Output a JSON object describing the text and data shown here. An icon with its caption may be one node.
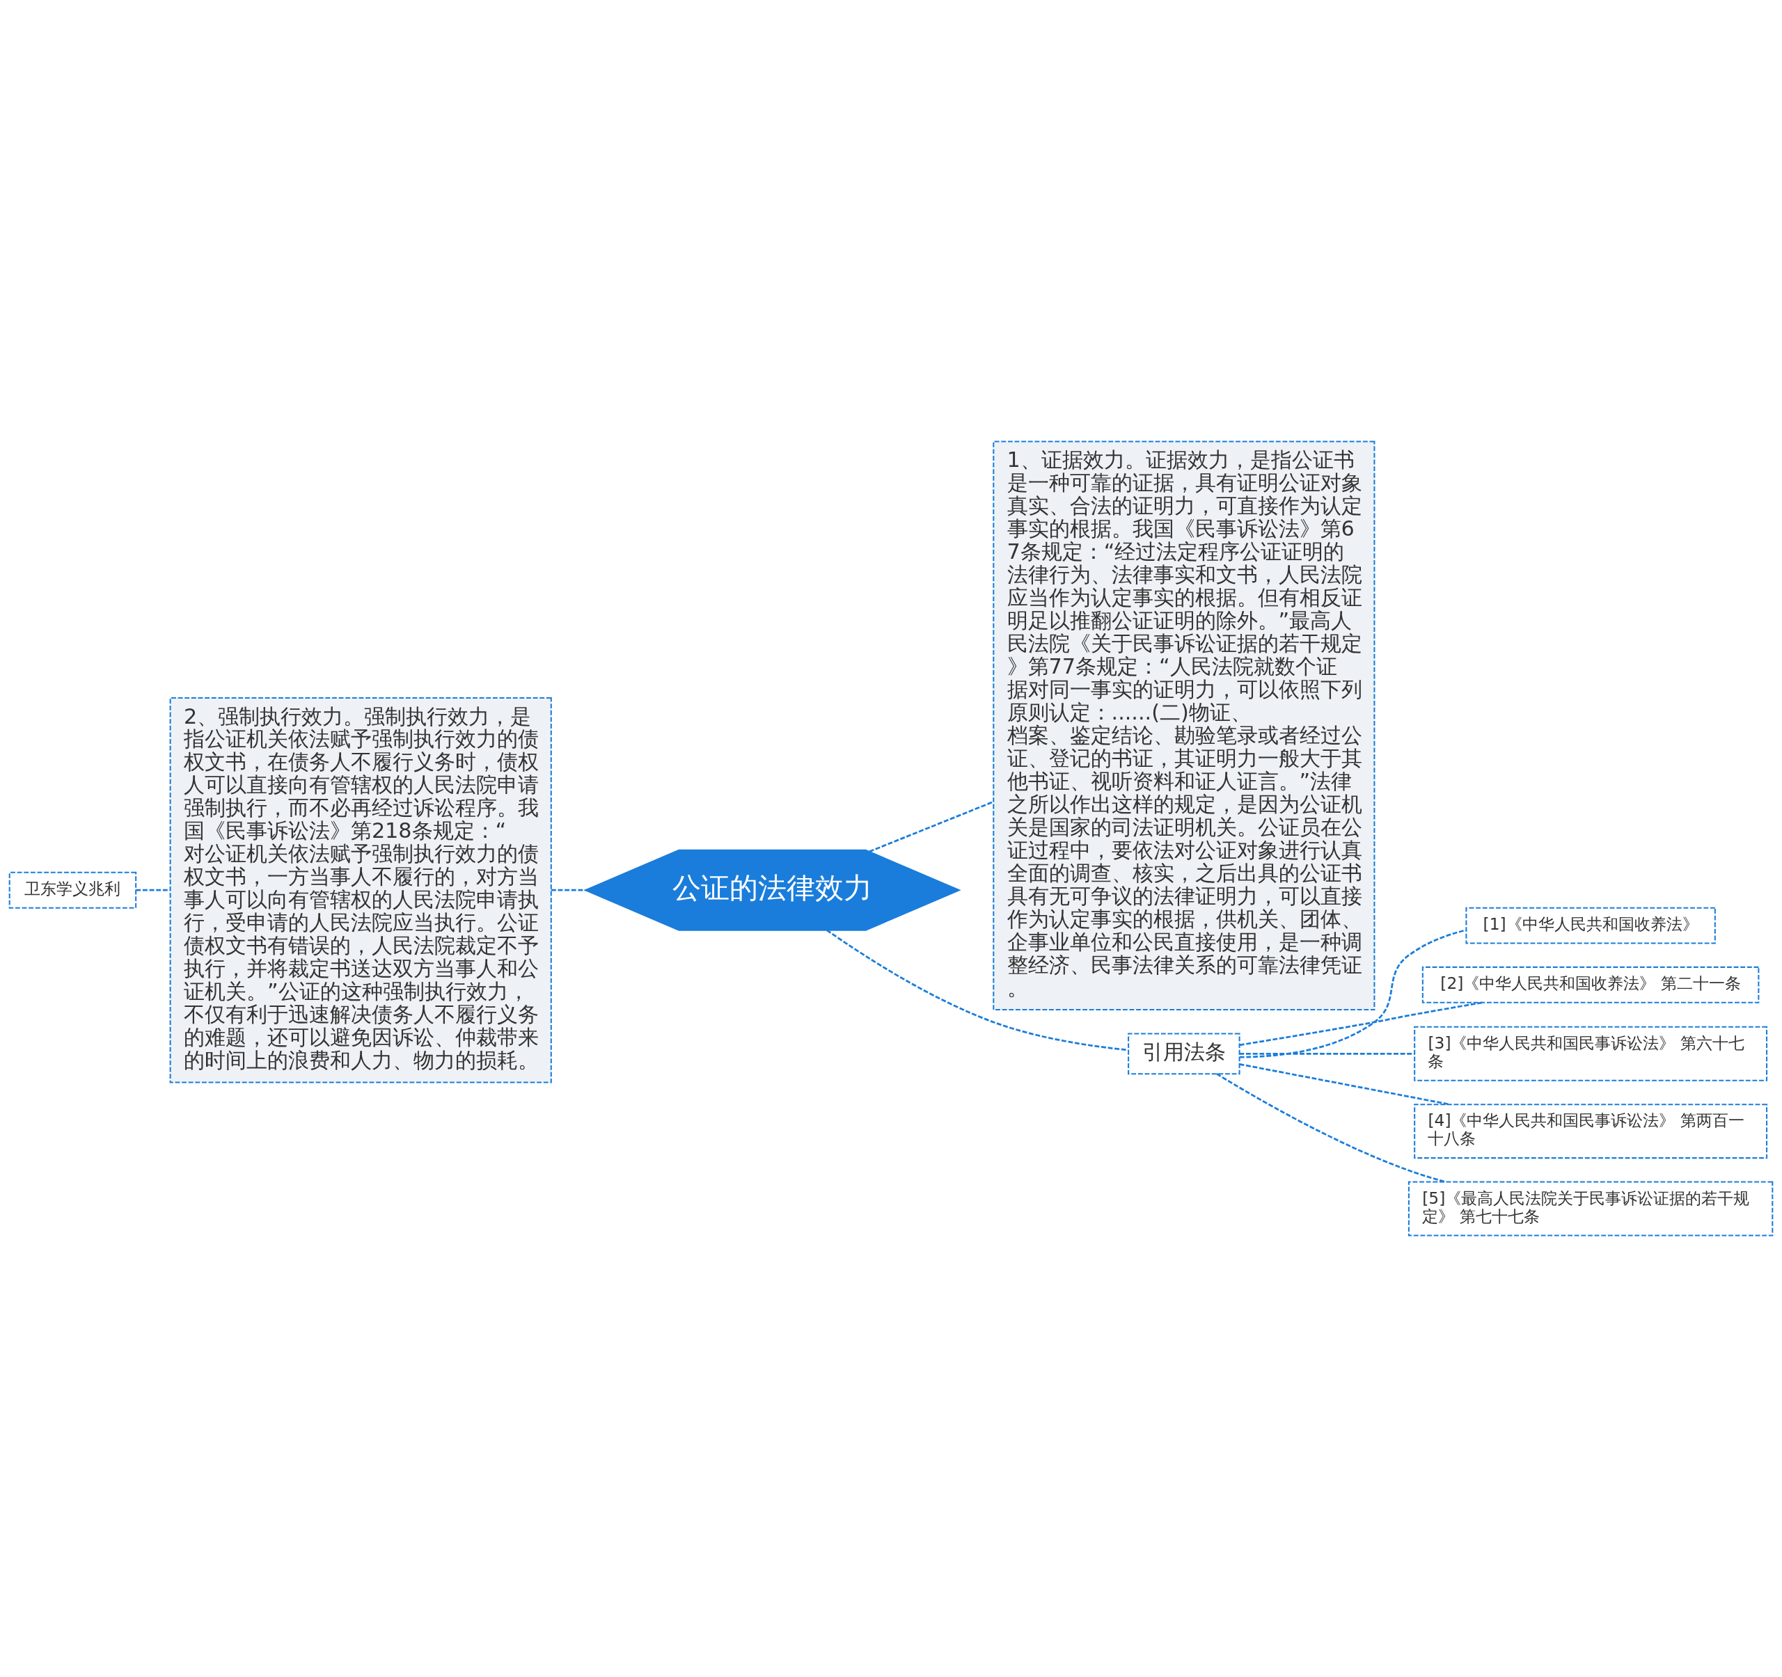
{
  "diagram": {
    "nodes": [
      {
        "text": [
          "公证的法律效力"
        ]
      },
      {
        "text": [
          "2、强制执行效力。强制执行效力，是指公证机关依法赋予强制执行效力的债权文书，在债务人不履行义务时，债权人可以直接向有管辖权的人民法院申请强制执行，而不必再经过诉讼程序。我国《民事诉讼法》第218条规定：“对公证机关依法赋予强制执行效力的债权文书，一方当事人不履行的，对方当事人可以向有管辖权的人民法院申请执行，受申请的人民法院应当执行。公证债权文书有错误的，人民法院裁定不予执行，并将裁定书送达双方当事人和公证机关。”公证的这种强制执行效力，不仅有利于迅速解决债务人不履行义务的难题，还可以避免因诉讼、仲裁带来的时间上的浪费和人力、物力的损耗。"
        ]
      },
      {
        "text": [
          "卫东学义兆利"
        ]
      },
      {
        "text": [
          "1、证据效力。证据效力，是指公证书是一种可靠的证据，具有证明公证对象真实、合法的证明力，可直接作为认定事实的根据。我国《民事诉讼法》第67条规定：“经过法定程序公证证明的法律行为、法律事实和文书，人民法院应当作为认定事实的根据。但有相反证明足以推翻公证证明的除外。”最高人民法院《关于民事诉讼证据的若干规定》第77条规定：“人民法院就数个证据对同一事实的证明力，可以依照下列原则认定：......(二)物证、档案、鉴定结论、勘验笔录或者经过公证、登记的书证，其证明力一般大于其他书证、视听资料和证人证言。”法律之所以作出这样的规定，是因为公证机关是国家的司法证明机关。公证员在公证过程中，要依法对公证对象进行认真全面的调查、核实，之后出具的公证书具有无可争议的法律证明力，可以直接作为认定事实的根据，供机关、团体、企事业单位和公民直接使用，是一种调整经济、民事法律关系的可靠法律凭证。"
        ]
      },
      {
        "text": [
          "引用法条"
        ]
      },
      {
        "text": [
          "[1]《中华人民共和国收养法》"
        ]
      },
      {
        "text": [
          "[2]《中华人民共和国收养法》 第二十一条"
        ]
      },
      {
        "text": [
          "[3]《中华人民共和国民事诉讼法》 第六十七条"
        ]
      },
      {
        "text": [
          "[4]《中华人民共和国民事诉讼法》 第两百一十八条"
        ]
      },
      {
        "text": [
          "[5]《最高人民法院关于民事诉讼证据的若干规定》 第七十七条"
        ]
      }
    ],
    "edges": [
      {
        "from": 2,
        "to": 1,
        "arrow": "none",
        "style": "dashed"
      },
      {
        "from": 1,
        "to": 0,
        "arrow": "none",
        "style": "dashed"
      },
      {
        "from": 0,
        "to": 3,
        "arrow": "none",
        "style": "dashed"
      },
      {
        "from": 0,
        "to": 4,
        "arrow": "none",
        "style": "dashed"
      },
      {
        "from": 4,
        "to": 5,
        "arrow": "none",
        "style": "dashed"
      },
      {
        "from": 4,
        "to": 6,
        "arrow": "none",
        "style": "dashed"
      },
      {
        "from": 4,
        "to": 7,
        "arrow": "none",
        "style": "dashed"
      },
      {
        "from": 4,
        "to": 8,
        "arrow": "none",
        "style": "dashed"
      },
      {
        "from": 4,
        "to": 9,
        "arrow": "none",
        "style": "dashed"
      }
    ]
  }
}
